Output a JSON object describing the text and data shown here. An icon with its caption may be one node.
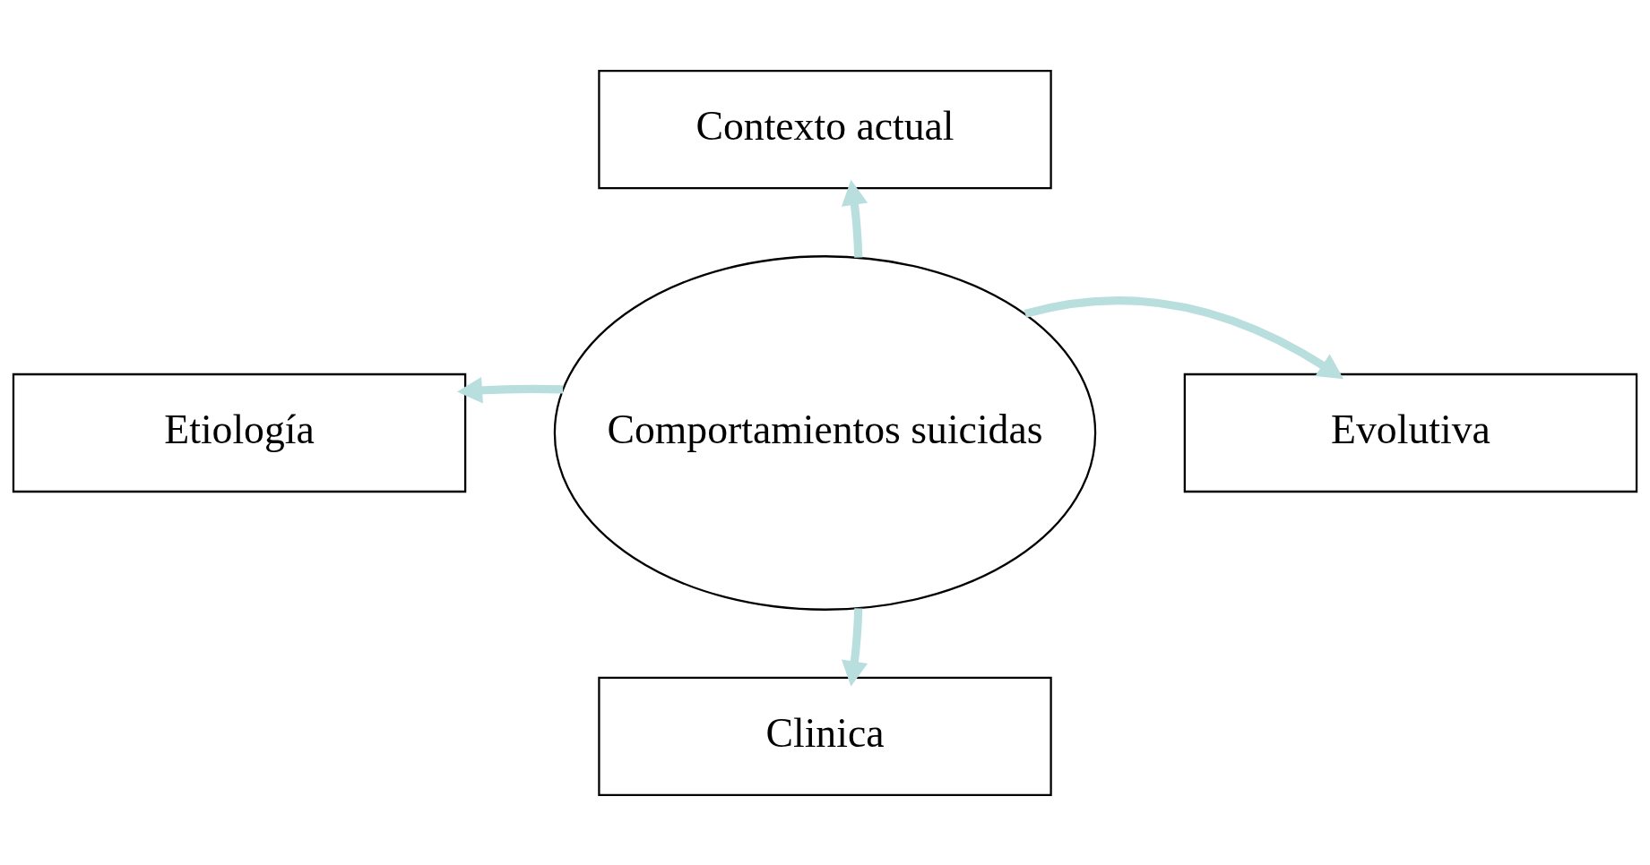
{
  "diagram": {
    "nodes": [
      {
        "text": [
          "Comportamientos suicidas"
        ]
      },
      {
        "text": [
          "Contexto actual"
        ]
      },
      {
        "text": [
          "Etiología"
        ]
      },
      {
        "text": [
          "Evolutiva"
        ]
      },
      {
        "text": [
          "Clinica"
        ]
      }
    ],
    "edges": [
      {
        "from": 0,
        "to": 1,
        "arrow": "to"
      },
      {
        "from": 0,
        "to": 2,
        "arrow": "to"
      },
      {
        "from": 0,
        "to": 3,
        "arrow": "to"
      },
      {
        "from": 0,
        "to": 4,
        "arrow": "to"
      }
    ]
  }
}
